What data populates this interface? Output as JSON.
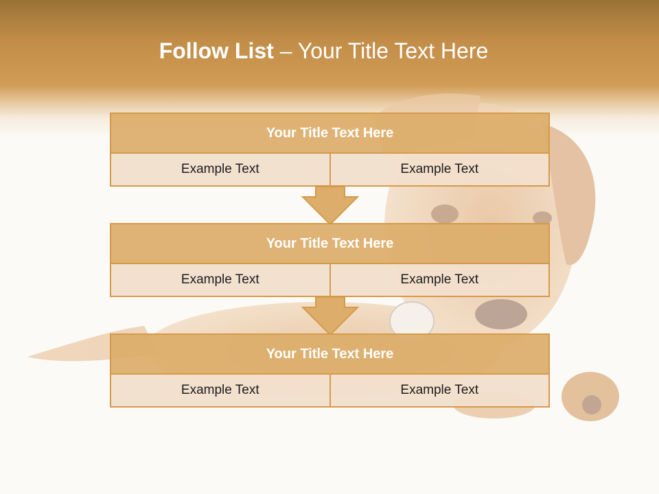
{
  "slide": {
    "title_bold": "Follow List",
    "title_rest": " – Your Title Text Here"
  },
  "steps": [
    {
      "title": "Your Title Text Here",
      "cells": [
        "Example Text",
        "Example Text"
      ]
    },
    {
      "title": "Your Title Text Here",
      "cells": [
        "Example Text",
        "Example Text"
      ]
    },
    {
      "title": "Your Title Text Here",
      "cells": [
        "Example Text",
        "Example Text"
      ]
    }
  ],
  "colors": {
    "accent": "#d59a49",
    "header_fill": "#ddad6b",
    "row_fill": "#f2dfcc",
    "band_dark": "#9a7236"
  },
  "icons": [
    "down-arrow-icon",
    "puppy-photo"
  ]
}
